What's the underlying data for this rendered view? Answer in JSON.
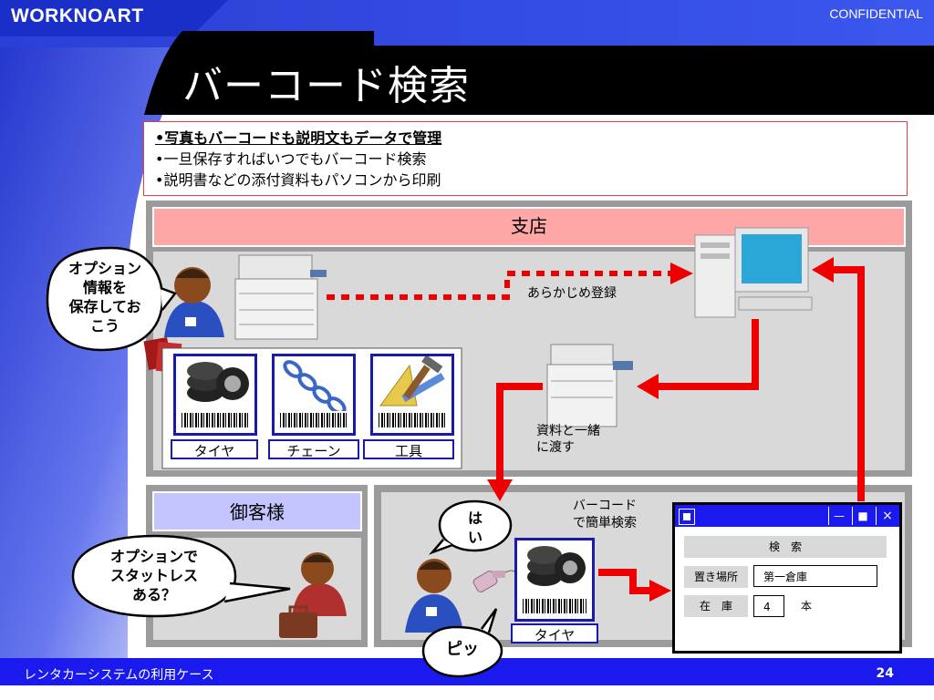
{
  "brand": "WORKNOART",
  "confidential": "CONFIDENTIAL",
  "title": "バーコード検索",
  "bullets": [
    "•写真もバーコードも説明文もデータで管理",
    "•一旦保存すればいつでもバーコード検索",
    "•説明書などの添付資料もパソコンから印刷"
  ],
  "branch": {
    "title": "支店",
    "register_label": "あらかじめ登録",
    "handover_label": [
      "資料と一緒",
      "に渡す"
    ]
  },
  "items": [
    {
      "label": "タイヤ",
      "icon": "tire-icon"
    },
    {
      "label": "チェーン",
      "icon": "chain-icon"
    },
    {
      "label": "工具",
      "icon": "tools-icon"
    }
  ],
  "customer": {
    "title": "御客様"
  },
  "bubbles": {
    "option": [
      "オプション",
      "情報を",
      "保存してお",
      "こう"
    ],
    "stuck": [
      "オプションで",
      "スタットレス",
      "ある？"
    ],
    "yes": [
      "は",
      "い"
    ],
    "beep": "ピッ"
  },
  "search_note": [
    "バーコード",
    "で簡単検索"
  ],
  "scanned_item": "タイヤ",
  "search_window": {
    "search_button": "検　索",
    "location_label": "置き場所",
    "location_value": "第一倉庫",
    "stock_label": "在　庫",
    "stock_value": "4",
    "stock_unit": "本",
    "minimize": "—",
    "maximize": "■",
    "close": "×"
  },
  "footer": {
    "left": "レンタカーシステムの利用ケース",
    "page": "24"
  },
  "colors": {
    "blue": "#1a1aee",
    "arrow_red": "#ee0000",
    "branch_title_bg": "#ffa6a6",
    "customer_title_bg": "#c4c4ff",
    "panel_gray": "#9b9b9b"
  }
}
